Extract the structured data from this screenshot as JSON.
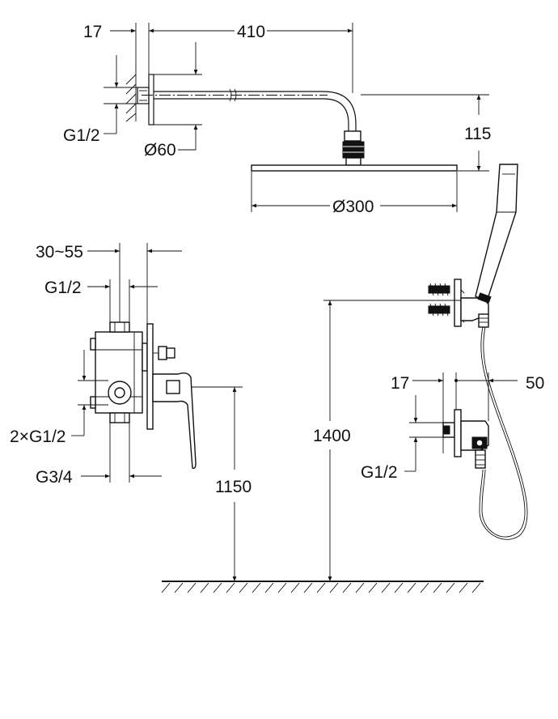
{
  "dimensions": {
    "arm_wall_offset": "17",
    "arm_length": "410",
    "arm_thread": "G1/2",
    "flange_diameter": "Ø60",
    "head_drop": "115",
    "head_diameter": "Ø300",
    "valve_depth": "30~55",
    "valve_inlet_thread": "G1/2",
    "valve_outlet_threads": "2×G1/2",
    "valve_supply_thread": "G3/4",
    "valve_height": "1150",
    "holder_height": "1400",
    "elbow_wall_offset": "17",
    "elbow_width": "50",
    "elbow_thread": "G1/2"
  }
}
